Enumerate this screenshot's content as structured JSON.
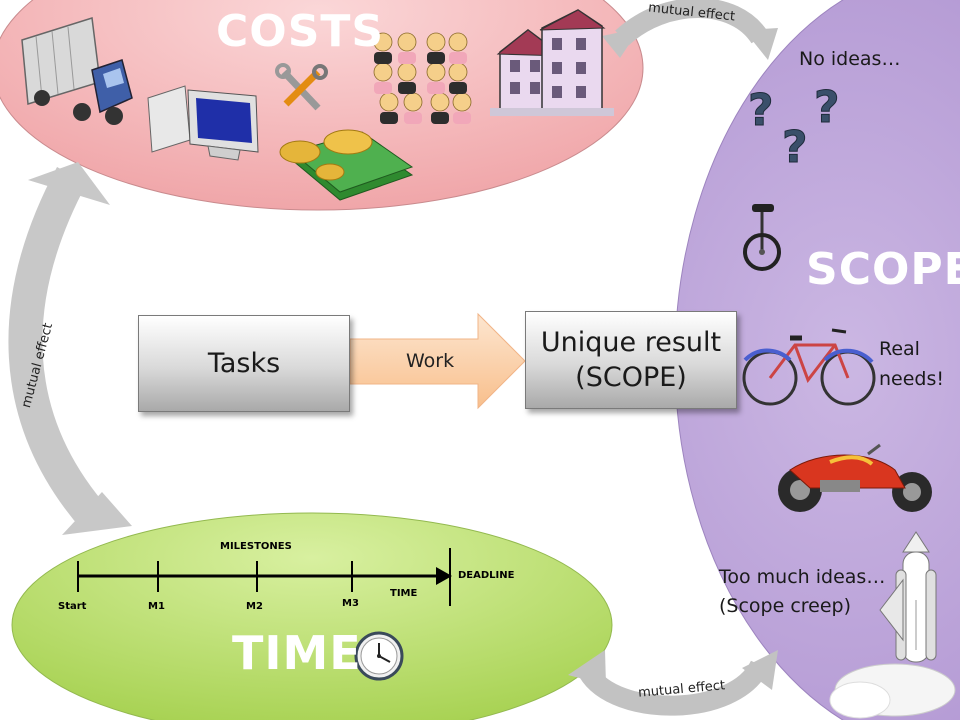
{
  "titles": {
    "costs": "COSTS",
    "scope": "SCOPE",
    "time": "TIME"
  },
  "process": {
    "tasks": "Tasks",
    "work": "Work",
    "result_line1": "Unique result",
    "result_line2": "(SCOPE)"
  },
  "mutual_effect_label": "mutual effect",
  "scope_levels": {
    "no_ideas": "No ideas…",
    "real_needs_line1": "Real",
    "real_needs_line2": "needs!",
    "too_much_line1": "Too much ideas…",
    "too_much_line2": "(Scope creep)"
  },
  "timeline": {
    "milestones_label": "MILESTONES",
    "deadline_label": "DEADLINE",
    "time_label": "TIME",
    "ticks": [
      "Start",
      "M1",
      "M2",
      "M3"
    ]
  },
  "colors": {
    "costs_region": "#f4b6b8",
    "scope_region": "#b79fd6",
    "time_region": "#b8dd6a",
    "arrow_gray": "#c4c4c4",
    "work_arrow": "#fbd3b0"
  },
  "icons": [
    "truck-icon",
    "computer-icon",
    "tools-icon",
    "people-icon",
    "buildings-icon",
    "money-icon",
    "question-mark-icon",
    "unicycle-icon",
    "bicycle-icon",
    "motorcycle-icon",
    "space-shuttle-icon",
    "clock-icon"
  ]
}
